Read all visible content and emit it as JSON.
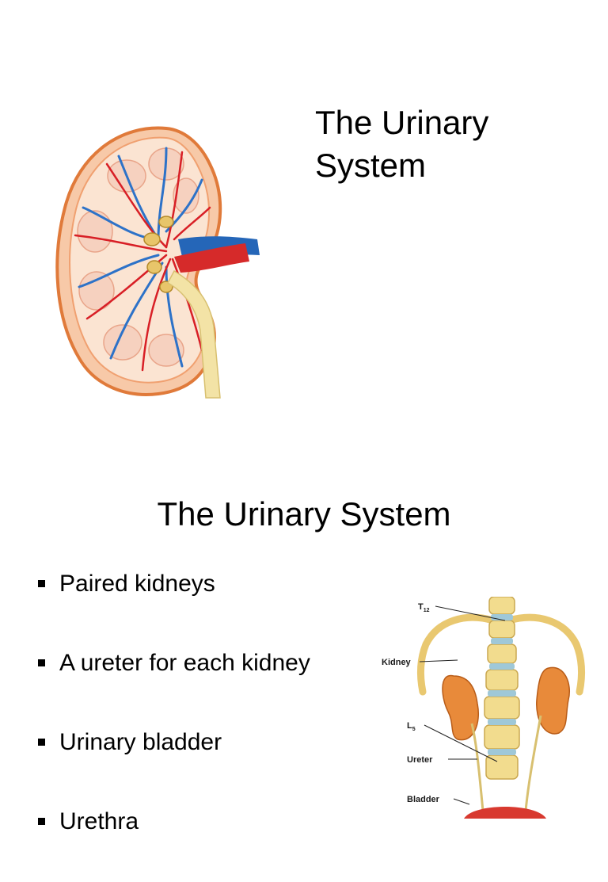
{
  "slide1": {
    "title_line1": "The Urinary",
    "title_line2": "System",
    "illustration_icon": "kidney-cross-section-illustration"
  },
  "slide2": {
    "title": "The Urinary System",
    "bullets": [
      "Paired kidneys",
      "A ureter for each kidney",
      "Urinary bladder",
      "Urethra"
    ],
    "diagram_labels": {
      "t12": "T",
      "t12_sub": "12",
      "kidney": "Kidney",
      "l5": "L",
      "l5_sub": "5",
      "ureter": "Ureter",
      "bladder": "Bladder"
    },
    "diagram_icon": "urinary-system-anatomy-diagram"
  }
}
